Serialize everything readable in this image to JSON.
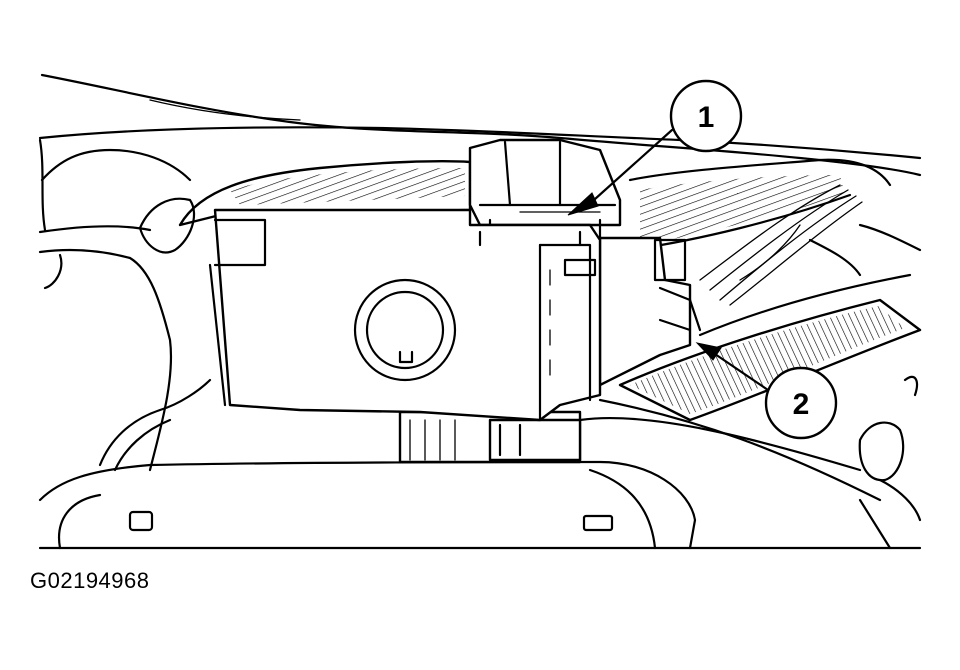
{
  "figure_id": "G02194968",
  "callouts": [
    {
      "label": "1"
    },
    {
      "label": "2"
    }
  ]
}
